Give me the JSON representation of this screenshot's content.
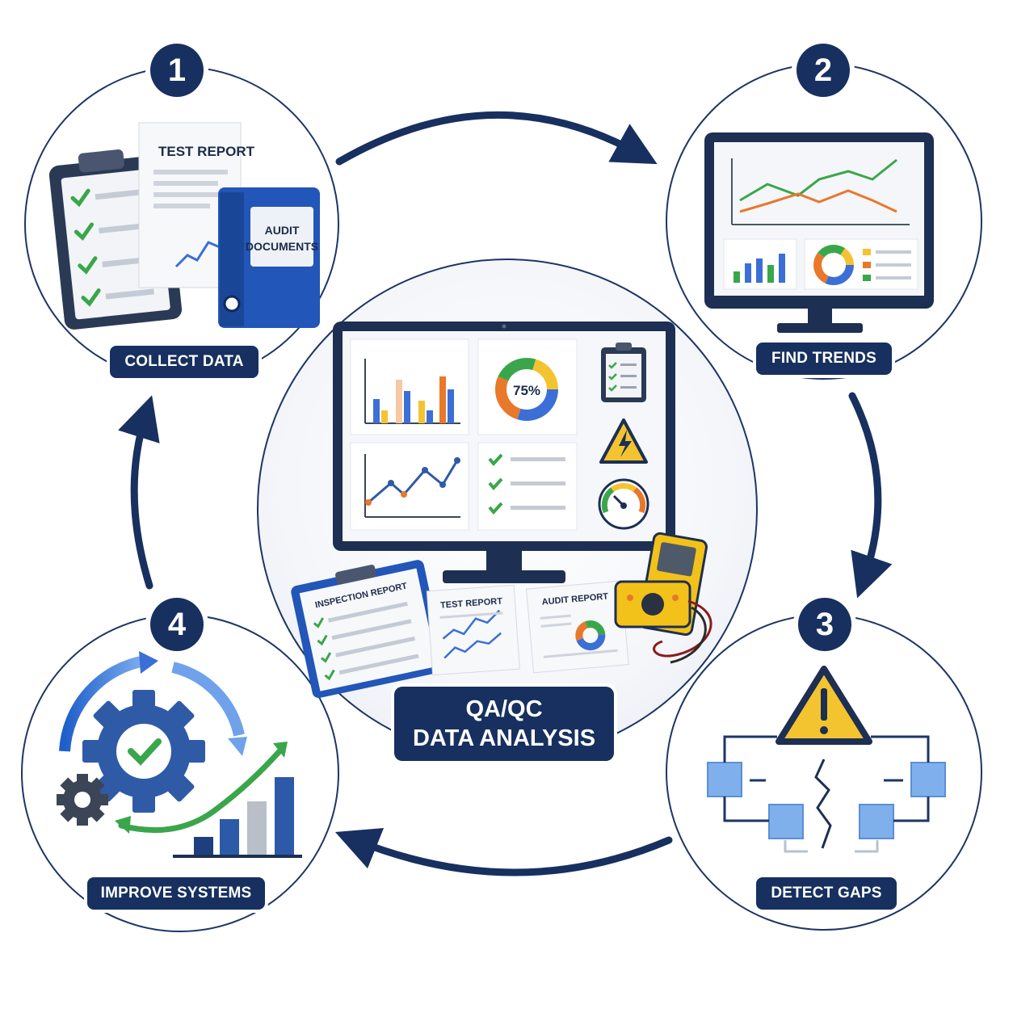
{
  "steps": [
    {
      "number": "1",
      "label": "COLLECT DATA"
    },
    {
      "number": "2",
      "label": "FIND TRENDS"
    },
    {
      "number": "3",
      "label": "DETECT GAPS"
    },
    {
      "number": "4",
      "label": "IMPROVE SYSTEMS"
    }
  ],
  "center": {
    "line1": "QA/QC",
    "line2": "DATA ANALYSIS",
    "donut_value": "75%"
  },
  "documents": {
    "test_report": "TEST REPORT",
    "audit_line1": "AUDIT",
    "audit_line2": "DOCUMENTS",
    "inspection_report": "INSPECTION REPORT",
    "audit_report": "AUDIT REPORT"
  },
  "colors": {
    "navy": "#17305f",
    "blue": "#3b6fd6",
    "green": "#3aa64b",
    "orange": "#e8782a",
    "yellow": "#f4c430"
  },
  "icons": [
    "clipboard-icon",
    "binder-icon",
    "monitor-icon",
    "warning-icon",
    "gear-icon",
    "gauge-icon",
    "multimeter-icon",
    "flowchart-icon"
  ]
}
